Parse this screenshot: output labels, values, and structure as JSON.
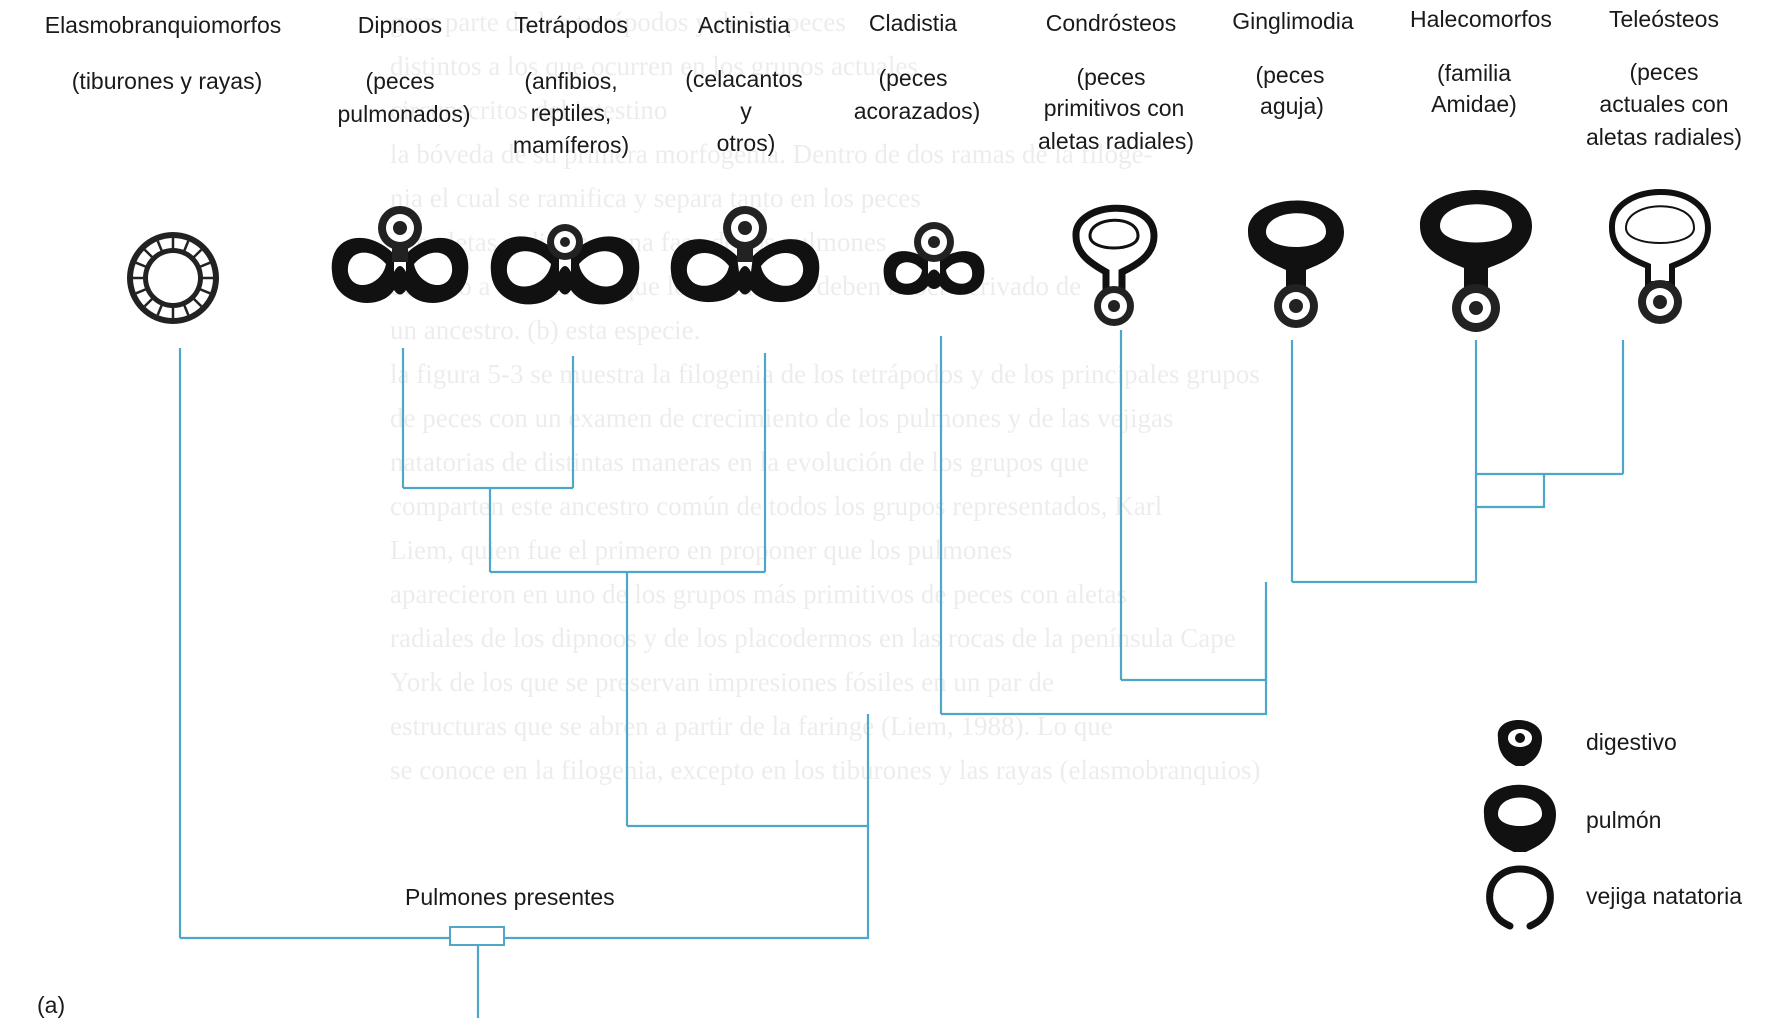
{
  "figure_label": "(a)",
  "taxa": [
    {
      "name": "Elasmobranquiomorfos",
      "desc": [
        "(tiburones y rayas)"
      ],
      "organ": "digestive-tube-icon"
    },
    {
      "name": "Dipnoos",
      "desc": [
        "(peces",
        "pulmonados)"
      ],
      "organ": "paired-lungs-icon"
    },
    {
      "name": "Tetrápodos",
      "desc": [
        "(anfibios,",
        "reptiles,",
        "mamíferos)"
      ],
      "organ": "paired-lungs-icon"
    },
    {
      "name": "Actinistia",
      "desc": [
        "(celacantos",
        "y",
        "otros)"
      ],
      "organ": "paired-lungs-icon"
    },
    {
      "name": "Cladistia",
      "desc": [
        "(peces",
        "acorazados)"
      ],
      "organ": "paired-lungs-icon"
    },
    {
      "name": "Condrósteos",
      "desc": [
        "(peces",
        "primitivos con",
        "aletas radiales)"
      ],
      "organ": "swim-bladder-icon"
    },
    {
      "name": "Ginglimodia",
      "desc": [
        "(peces",
        "aguja)"
      ],
      "organ": "lung-bladder-icon"
    },
    {
      "name": "Halecomorfos",
      "desc": [
        "(familia",
        "Amidae)"
      ],
      "organ": "lung-bladder-icon"
    },
    {
      "name": "Teleósteos",
      "desc": [
        "(peces",
        "actuales con",
        "aletas radiales)"
      ],
      "organ": "swim-bladder-icon"
    }
  ],
  "annotation": "Pulmones presentes",
  "legend": [
    {
      "label": "digestivo",
      "icon": "digestive-icon"
    },
    {
      "label": "pulmón",
      "icon": "lung-icon"
    },
    {
      "label": "vejiga natatoria",
      "icon": "swim-bladder-icon"
    }
  ],
  "colors": {
    "tree": "#4ea6c8",
    "ink": "#1a1a1a"
  },
  "background_text": "gran parte de los tetrápodos y de los peces\ndistintos a los que ocurren en los grupos actuales\ncircunscritos del intestino\nla bóveda de su primera morfogenia. Dentro de dos ramas de la filoge-\nnia el cual se ramifica y separa tanto en los peces\ncon aletas radiales y una fase de los pulmones\nde paso a estructuras que los pulmones deben haber derivado de\nun ancestro. (b) esta especie.\nla figura 5-3 se muestra la filogenia de los tetrápodos y de los principales grupos\nde peces con un examen de crecimiento de los pulmones y de las vejigas\nnatatorias de distintas maneras en la evolución de los grupos que\ncomparten este ancestro común de todos los grupos representados, Karl\nLiem, quien fue el primero en proponer que los pulmones\naparecieron en uno de los grupos más primitivos de peces con aletas\nradiales de los dipnoos y de los placodermos en las rocas de la península Cape\nYork de los que se preservan impresiones fósiles en un par de\nestructuras que se abren a partir de la faringe (Liem, 1988). Lo que\nse conoce en la filogenia, excepto en los tiburones y las rayas (elasmobranquios)"
}
